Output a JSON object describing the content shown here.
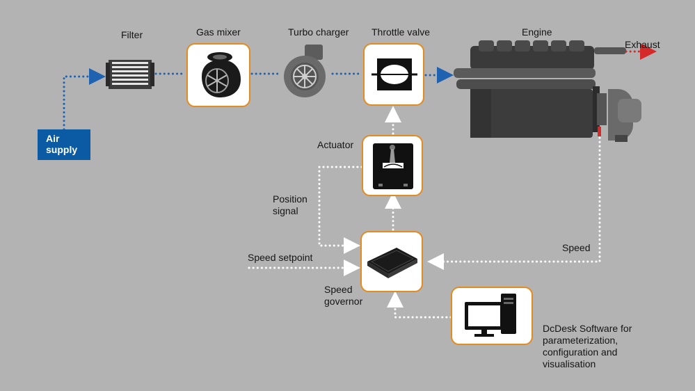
{
  "diagram": {
    "nodes": {
      "air_supply": {
        "lines": [
          "Air",
          "supply"
        ],
        "color": "#0a5aa4"
      },
      "filter": {
        "label": "Filter"
      },
      "gas_mixer": {
        "label": "Gas mixer"
      },
      "turbo_charger": {
        "label": "Turbo charger"
      },
      "throttle_valve": {
        "label": "Throttle valve"
      },
      "engine": {
        "label": "Engine"
      },
      "exhaust": {
        "label": "Exhaust"
      },
      "actuator": {
        "label": "Actuator"
      },
      "speed_governor": {
        "lines": [
          "Speed",
          "governor"
        ]
      },
      "dcdesk": {
        "lines": [
          "DcDesk Software for",
          "parameterization,",
          "configuration and",
          "visualisation"
        ]
      }
    },
    "signals": {
      "position_signal": {
        "lines": [
          "Position",
          "signal"
        ]
      },
      "speed_setpoint": {
        "label": "Speed setpoint"
      },
      "speed": {
        "label": "Speed"
      }
    },
    "colors": {
      "background": "#b3b3b3",
      "air_path": "#1f63b0",
      "control_path": "#ffffff",
      "exhaust_path": "#d42a2a",
      "box_border": "#e58a1f"
    }
  }
}
